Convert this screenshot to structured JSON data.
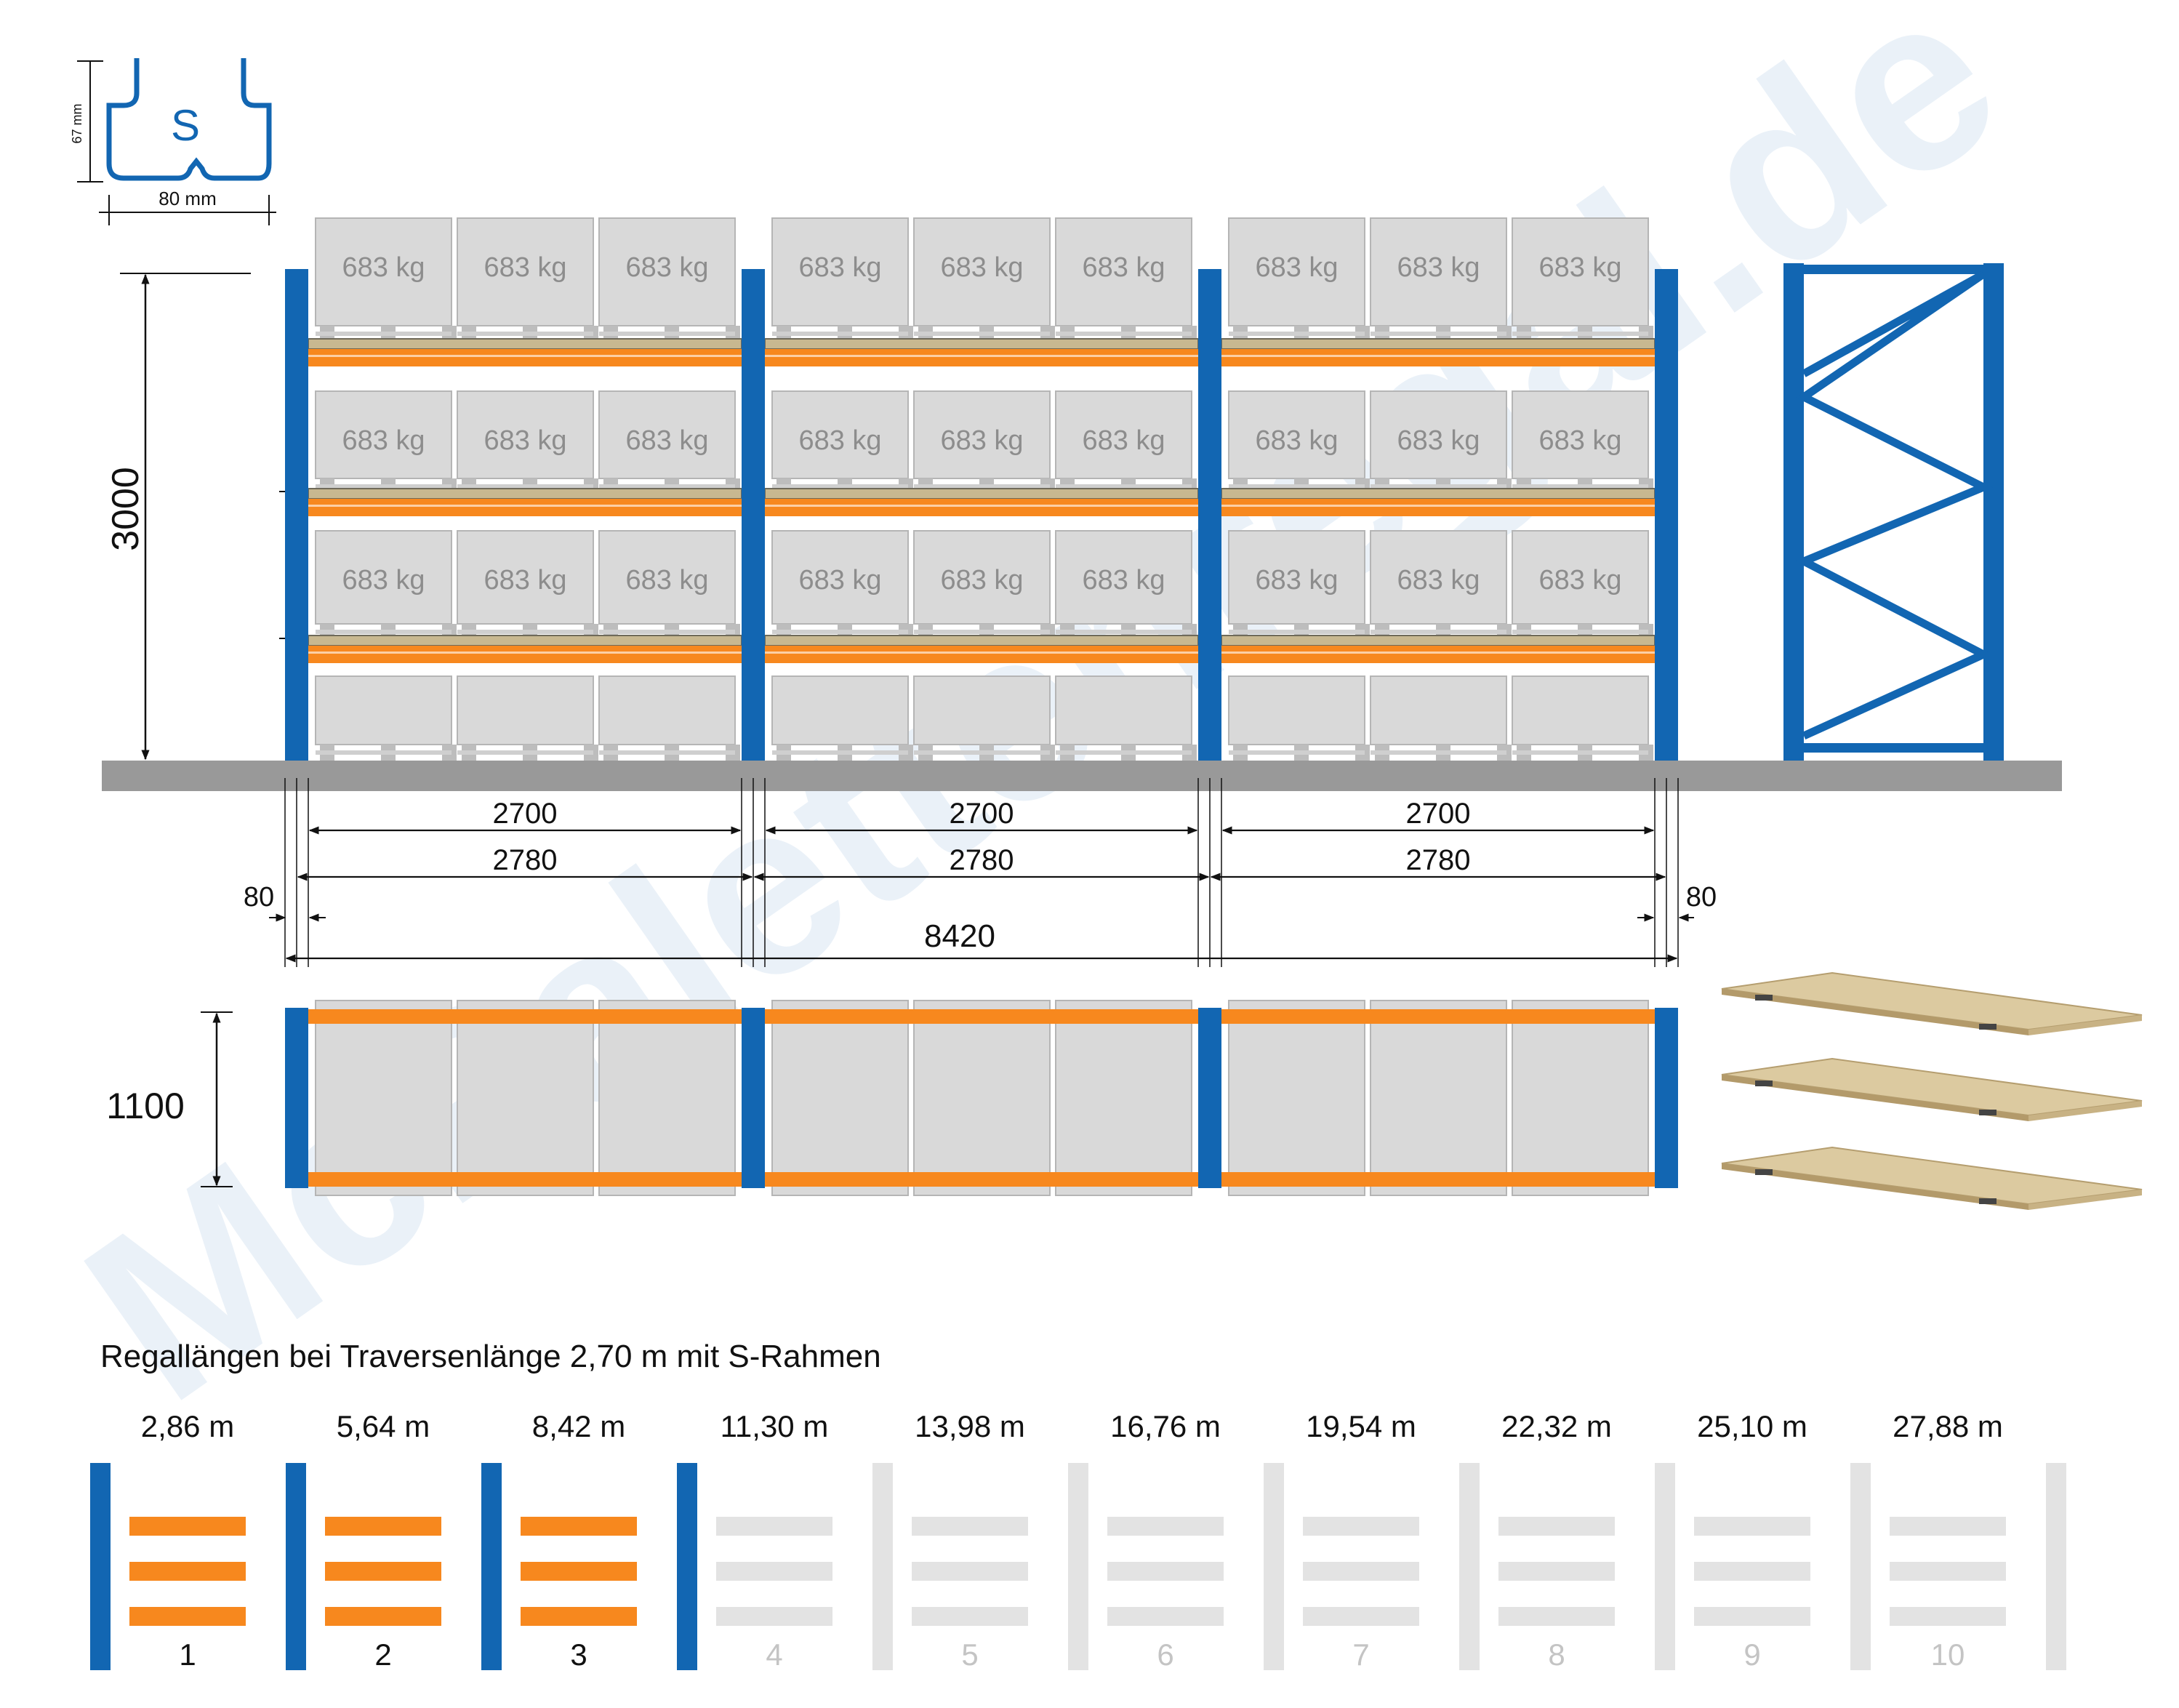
{
  "colors": {
    "upright": "#1266b2",
    "beam": "#f7881e",
    "pallet_box": "#d9d9d9",
    "pallet_box_edge": "#b5b5b5",
    "deck": "#c8b890",
    "floor": "#999999",
    "inactive": "#e3e3e3",
    "watermark": "#eaf1f8"
  },
  "watermark": "McPalettenregal.de",
  "profile": {
    "letter": "S",
    "width_label": "80 mm",
    "height_label": "67 mm"
  },
  "front_view": {
    "height_label": "3000",
    "load_label": "683 kg",
    "bays": [
      {
        "beam_length_label": "2700",
        "bay_length_label": "2780"
      },
      {
        "beam_length_label": "2700",
        "bay_length_label": "2780"
      },
      {
        "beam_length_label": "2700",
        "bay_length_label": "2780"
      }
    ],
    "upright_left_label": "80",
    "upright_right_label": "80",
    "total_length_label": "8420"
  },
  "top_view": {
    "depth_label": "1100"
  },
  "lengths_section": {
    "title": "Regallängen bei Traversenlänge 2,70 m  mit S-Rahmen",
    "active_count": 3,
    "items": [
      {
        "length": "2,86 m",
        "number": "1"
      },
      {
        "length": "5,64 m",
        "number": "2"
      },
      {
        "length": "8,42 m",
        "number": "3"
      },
      {
        "length": "11,30 m",
        "number": "4"
      },
      {
        "length": "13,98 m",
        "number": "5"
      },
      {
        "length": "16,76 m",
        "number": "6"
      },
      {
        "length": "19,54 m",
        "number": "7"
      },
      {
        "length": "22,32 m",
        "number": "8"
      },
      {
        "length": "25,10 m",
        "number": "9"
      },
      {
        "length": "27,88 m",
        "number": "10"
      }
    ]
  }
}
